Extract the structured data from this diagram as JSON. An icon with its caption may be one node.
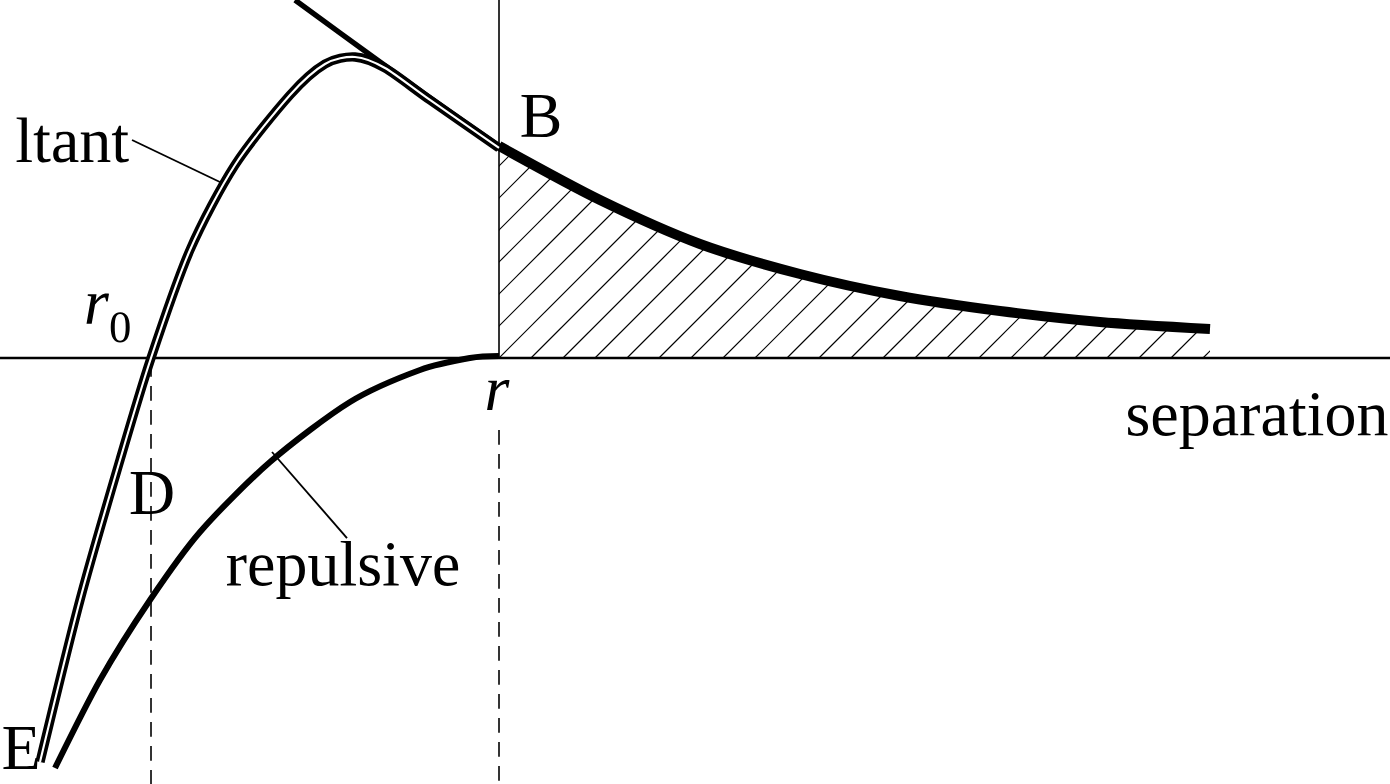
{
  "diagram": {
    "nodes": [
      {
        "text": [
          "ltant"
        ]
      },
      {
        "text": [
          "repulsive"
        ]
      }
    ],
    "edges": [
      {
        "from": 0,
        "to": null,
        "arrow": "none"
      },
      {
        "from": 1,
        "to": null,
        "arrow": "none"
      }
    ],
    "labels": [
      "B",
      "*r*$_{0}$",
      "D",
      "*r*",
      "separation",
      "E"
    ]
  }
}
